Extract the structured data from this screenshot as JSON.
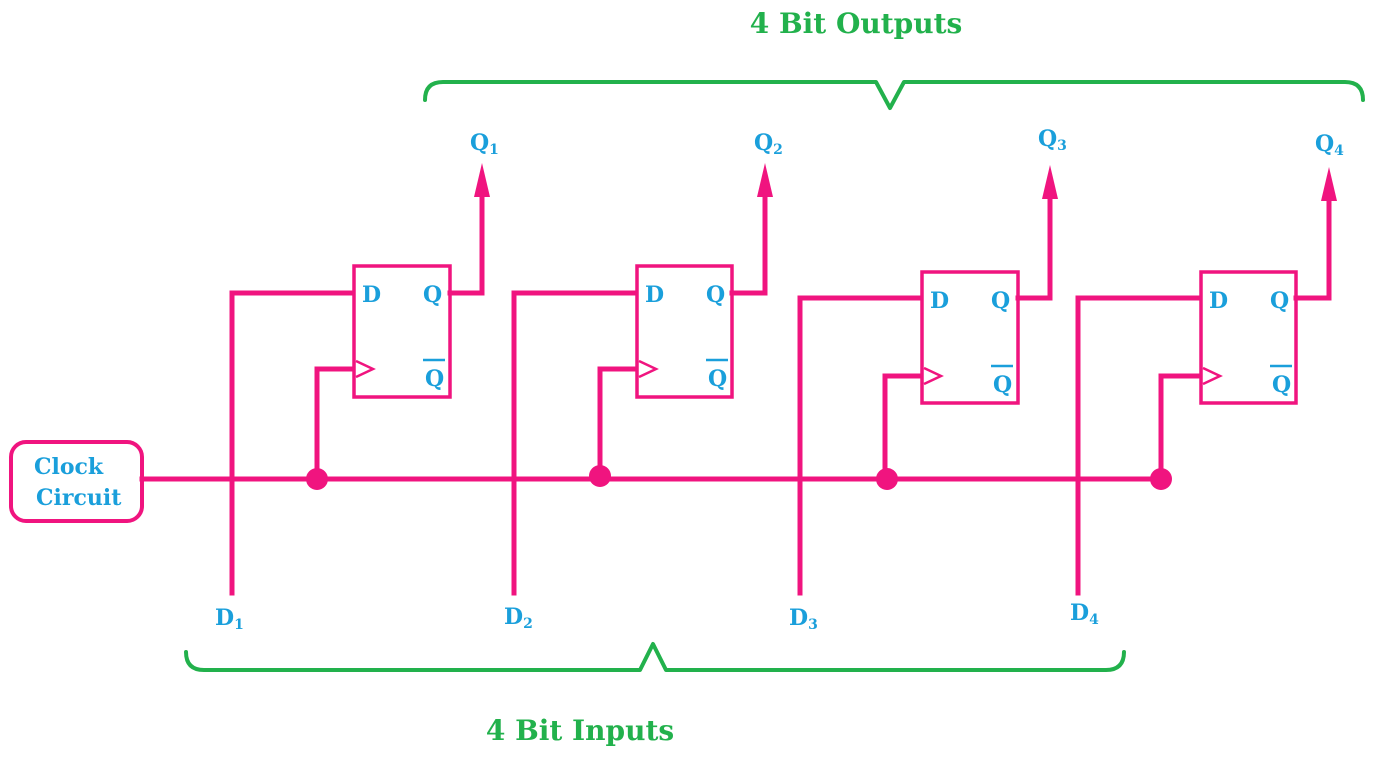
{
  "outputs_title": "4 Bit Outputs",
  "inputs_title": "4 Bit Inputs",
  "clock": {
    "line1": "Clock",
    "line2": "Circuit"
  },
  "colors": {
    "wire": "#F0147F",
    "text": "#1A9FDB",
    "title": "#22B14C"
  },
  "flipflops": [
    {
      "d_pin": "D",
      "q_pin": "Q",
      "qbar_pin": "Q",
      "input_label": "D",
      "input_sub": "1",
      "output_label": "Q",
      "output_sub": "1"
    },
    {
      "d_pin": "D",
      "q_pin": "Q",
      "qbar_pin": "Q",
      "input_label": "D",
      "input_sub": "2",
      "output_label": "Q",
      "output_sub": "2"
    },
    {
      "d_pin": "D",
      "q_pin": "Q",
      "qbar_pin": "Q",
      "input_label": "D",
      "input_sub": "3",
      "output_label": "Q",
      "output_sub": "3"
    },
    {
      "d_pin": "D",
      "q_pin": "Q",
      "qbar_pin": "Q",
      "input_label": "D",
      "input_sub": "4",
      "output_label": "Q",
      "output_sub": "4"
    }
  ]
}
